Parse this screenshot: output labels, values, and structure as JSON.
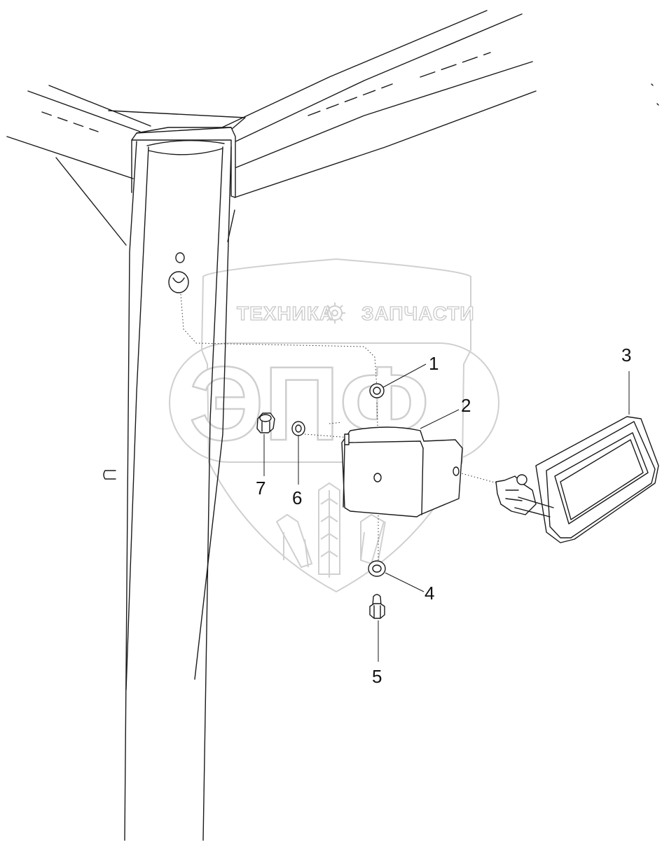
{
  "watermark": {
    "top_text_left": "ТЕХНИКА",
    "top_text_right": "ЗАПЧАСТИ",
    "big_letters": "ЭПФ"
  },
  "callouts": [
    {
      "id": "1",
      "label": "1"
    },
    {
      "id": "2",
      "label": "2"
    },
    {
      "id": "3",
      "label": "3"
    },
    {
      "id": "4",
      "label": "4"
    },
    {
      "id": "5",
      "label": "5"
    },
    {
      "id": "6",
      "label": "6"
    },
    {
      "id": "7",
      "label": "7"
    }
  ]
}
